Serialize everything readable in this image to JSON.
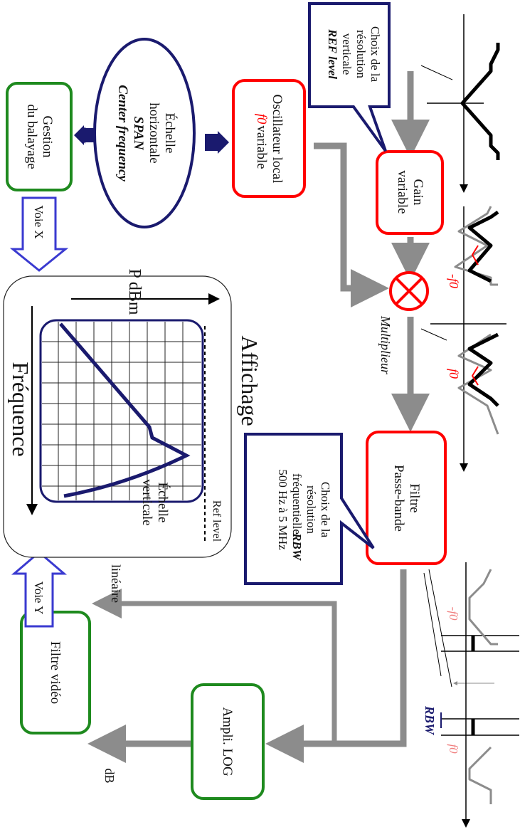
{
  "blocks": {
    "echelle_h": [
      "Échelle",
      "horizontale",
      "SPAN",
      "Center frequency"
    ],
    "gestion": [
      "Gestion",
      "du balayage"
    ],
    "oscillateur": [
      "Oscillateur local",
      "variable"
    ],
    "oscillateur_f0": "f0",
    "choix_vert": [
      "Choix de la",
      "résolution",
      "verticale",
      "REF level"
    ],
    "gain": [
      "Gain",
      "variable"
    ],
    "multiplieur": "Multiplieur",
    "filtre_pb": [
      "Filtre",
      "Passe-bande"
    ],
    "choix_freq": [
      "Choix de la",
      "résolution",
      "fréquentielle",
      "RBW",
      "500 Hz à 5 MHz"
    ],
    "echelle_v": [
      "Échelle",
      "verticale"
    ],
    "ampli_log": "Ampli. LOG",
    "filtre_video": "Filtre vidéo"
  },
  "labels": {
    "voie_x": "Voie X",
    "voie_y": "Voie Y",
    "affichage": "Affichage",
    "p_dbm": "P dBm",
    "frequence": "Fréquence",
    "ref_level": "Ref level",
    "lineaire": "linéaire",
    "db": "dB",
    "rbw": "RBW",
    "minus_f0": "-f0",
    "f0": "f0"
  },
  "colors": {
    "navy": "#1a1a6e",
    "red": "#ff0000",
    "green": "#1e8a1e",
    "gray": "#8c8c8c",
    "blue_outline": "#3a3ad0"
  }
}
